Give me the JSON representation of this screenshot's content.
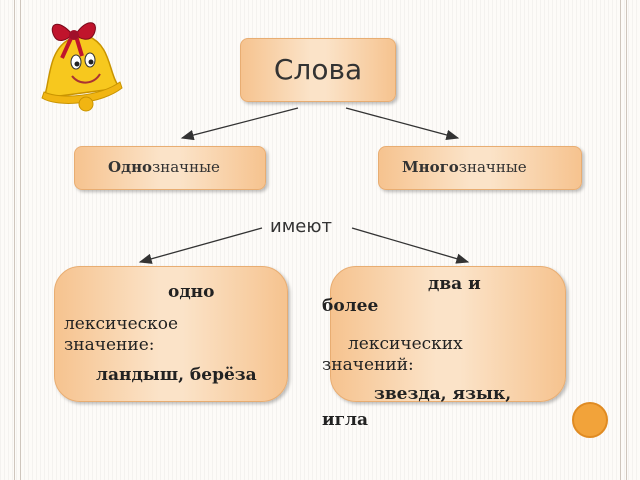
{
  "title": "Слова",
  "mono": {
    "bold": "Одно",
    "rest": "значные"
  },
  "poly": {
    "bold": "Много",
    "rest": "значные"
  },
  "connector": "имеют",
  "left": {
    "heading": "одно",
    "line1": "лексическое",
    "line2": "значение:",
    "examples": "ландыш, берёза"
  },
  "right": {
    "heading1": "два и",
    "heading2": "более",
    "line1": "лексических",
    "line2": "значений:",
    "examples1": "звезда, язык,",
    "examples2": "игла"
  },
  "colors": {
    "box_edge": "#f6c38f",
    "box_center": "#fbe3c8",
    "box_border": "#e8ad72",
    "circle": "#f2a33a",
    "bell": "#f7c81e",
    "bow": "#c0142c"
  }
}
